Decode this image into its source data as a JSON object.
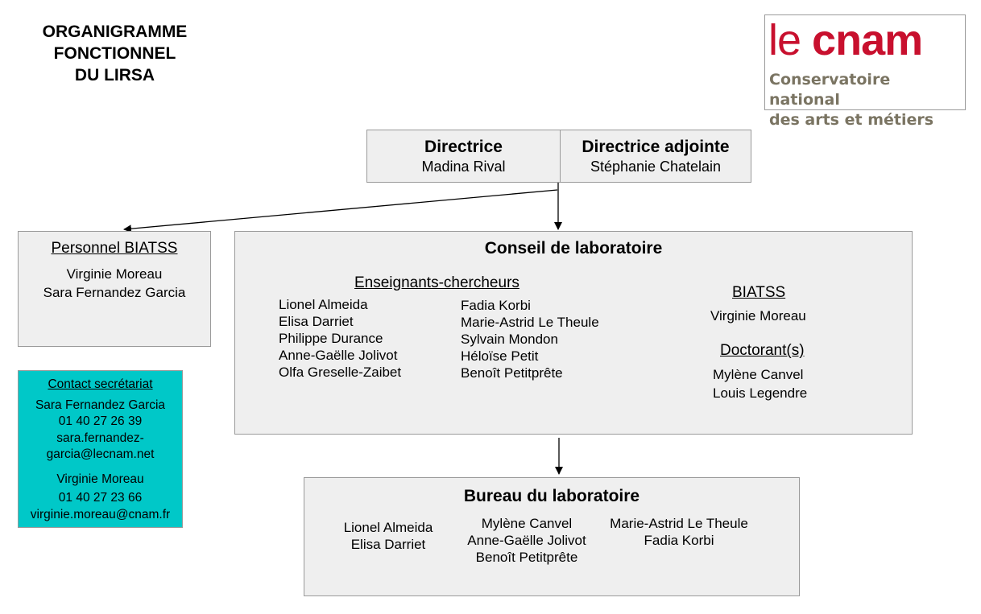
{
  "title": {
    "lines": [
      "ORGANIGRAMME",
      "FONCTIONNEL",
      "DU LIRSA"
    ]
  },
  "logo": {
    "mark_le": "le ",
    "mark_cnam": "cnam",
    "sub_lines": [
      "Conservatoire national",
      "des arts et métiers"
    ],
    "color": "#c8102e"
  },
  "direction": {
    "left": {
      "role": "Directrice",
      "name": "Madina Rival"
    },
    "right": {
      "role": "Directrice adjointe",
      "name": "Stéphanie Chatelain"
    }
  },
  "personnel": {
    "heading": "Personnel BIATSS",
    "members": [
      "Virginie Moreau",
      "Sara Fernandez Garcia"
    ]
  },
  "contact": {
    "heading": "Contact secrétariat",
    "lines": [
      "Sara Fernandez Garcia",
      "01 40 27 26 39",
      "sara.fernandez-",
      "garcia@lecnam.net",
      "Virginie Moreau",
      "01 40 27 23 66",
      "virginie.moreau@cnam.fr"
    ],
    "color": "#00c8c8"
  },
  "conseil": {
    "heading": "Conseil de laboratoire",
    "ec_heading": "Enseignants-chercheurs",
    "ec_col1": [
      "Lionel Almeida",
      "Elisa Darriet",
      "Philippe Durance",
      "Anne-Gaëlle Jolivot",
      "Olfa Greselle-Zaibet"
    ],
    "ec_col2": [
      "Fadia Korbi",
      "Marie-Astrid Le Theule",
      "Sylvain Mondon",
      "Héloïse Petit",
      "Benoît Petitprête"
    ],
    "biatss_heading": "BIATSS",
    "biatss": [
      "Virginie Moreau"
    ],
    "doct_heading": "Doctorant(s)",
    "doctorants": [
      "Mylène Canvel",
      "Louis Legendre"
    ]
  },
  "bureau": {
    "heading": "Bureau du laboratoire",
    "col1": [
      "Lionel Almeida",
      "Elisa Darriet"
    ],
    "col2": [
      "Mylène Canvel",
      "Anne-Gaëlle Jolivot",
      "Benoît Petitprête"
    ],
    "col3": [
      "Marie-Astrid Le Theule",
      "Fadia Korbi"
    ]
  }
}
